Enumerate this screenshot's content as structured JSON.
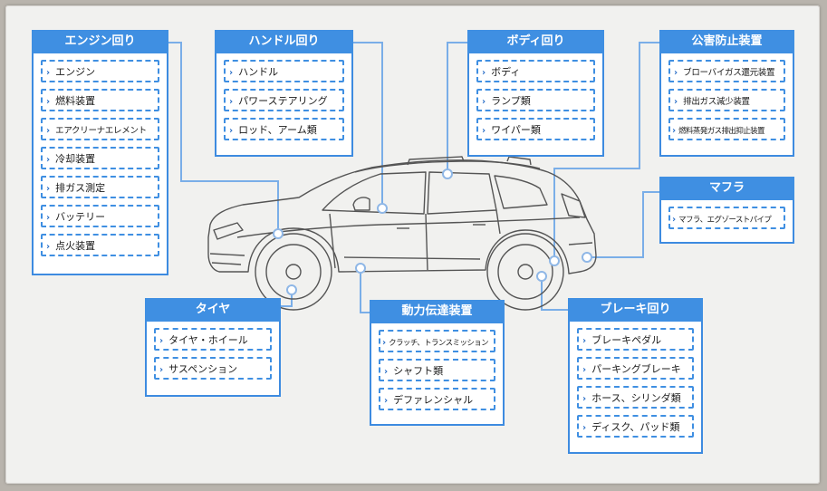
{
  "panels": {
    "engine": {
      "title": "エンジン回り",
      "items": [
        "エンジン",
        "燃料装置",
        "エアクリーナエレメント",
        "冷却装置",
        "排ガス測定",
        "バッテリー",
        "点火装置"
      ]
    },
    "handle": {
      "title": "ハンドル回り",
      "items": [
        "ハンドル",
        "パワーステアリング",
        "ロッド、アーム類"
      ]
    },
    "body": {
      "title": "ボディ回り",
      "items": [
        "ボディ",
        "ランプ類",
        "ワイパー類"
      ]
    },
    "pollution": {
      "title": "公害防止装置",
      "items": [
        "ブローバイガス還元装置",
        "排出ガス減少装置",
        "燃料蒸発ガス排出抑止装置"
      ]
    },
    "muffler": {
      "title": "マフラ",
      "items": [
        "マフラ、エグゾーストパイプ"
      ]
    },
    "tire": {
      "title": "タイヤ",
      "items": [
        "タイヤ・ホイール",
        "サスペンション"
      ]
    },
    "drivetrain": {
      "title": "動力伝達装置",
      "items": [
        "クラッチ、トランスミッション",
        "シャフト類",
        "デファレンシャル"
      ]
    },
    "brake": {
      "title": "ブレーキ回り",
      "items": [
        "ブレーキペダル",
        "パーキングブレーキ",
        "ホース、シリンダ類",
        "ディスク、パッド類"
      ]
    }
  },
  "icons": {
    "item_marker": "chevron-right-icon"
  },
  "colors": {
    "accent": "#3f8fe2",
    "connector": "#7aaee8",
    "car_outline": "#555555",
    "paper": "#f1f1ef"
  }
}
